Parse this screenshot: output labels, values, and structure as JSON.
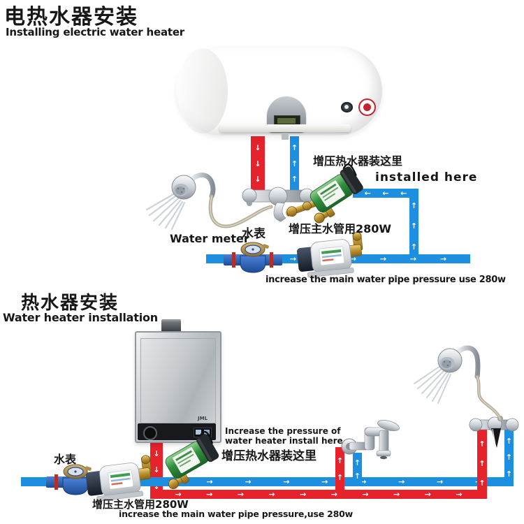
{
  "icons": {
    "flow_right": "→",
    "flow_left": "←",
    "flow_up": "↑",
    "flow_down": "↓"
  },
  "colors": {
    "hot_pipe": "#e6232b",
    "cold_pipe": "#1d8fe1",
    "arrow": "#ffffff",
    "pump_green": "#2f8f3c",
    "brass": "#b98f2f",
    "meter_blue": "#2a62b8"
  },
  "electric_section": {
    "title_zh": "电热水器安装",
    "title_en": "Installing electric water heater",
    "booster_label_zh": "增压热水器装这里",
    "booster_label_en": "installed here",
    "water_meter_en": "Water meter",
    "water_meter_zh": "水表",
    "main_booster_zh": "增压主水管用280W",
    "main_booster_en": "increase the main water pipe pressure use 280w"
  },
  "gas_section": {
    "title_zh": "热水器安装",
    "title_en": "Water heater installation",
    "heater_brand": "JML",
    "booster_en_line1": "Increase the pressure of",
    "booster_en_line2": "water heater install here",
    "booster_label_zh": "增压热水器装这里",
    "water_meter_zh": "水表",
    "main_booster_zh": "增压主水管用280W",
    "main_booster_en": "increase the main water pipe pressure,use 280w"
  }
}
